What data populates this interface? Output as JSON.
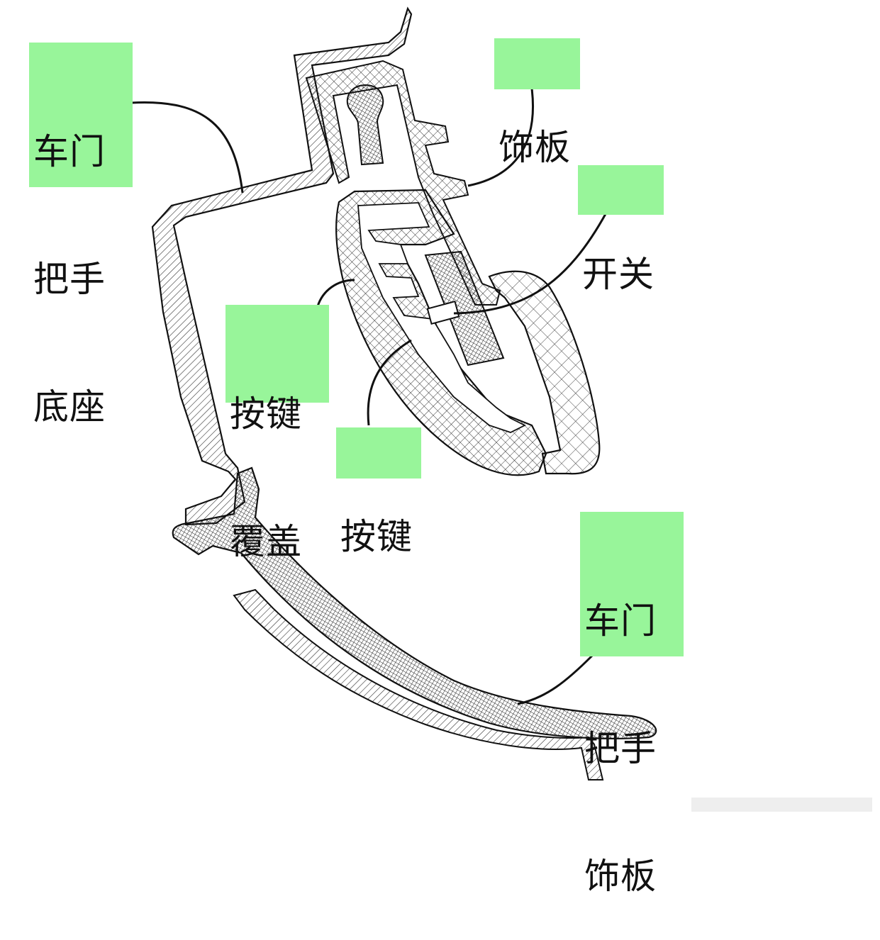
{
  "labels": {
    "handle_base": [
      "车门",
      "把手",
      "底座"
    ],
    "trim_panel": [
      "饰板"
    ],
    "switch": [
      "开关"
    ],
    "button_cover": [
      "按键",
      "覆盖"
    ],
    "button": [
      "按键"
    ],
    "handle_trim": [
      "车门",
      "把手",
      "饰板"
    ]
  },
  "colors": {
    "label_bg": "#98f59a",
    "line": "#111111",
    "hatch": "#222222"
  }
}
